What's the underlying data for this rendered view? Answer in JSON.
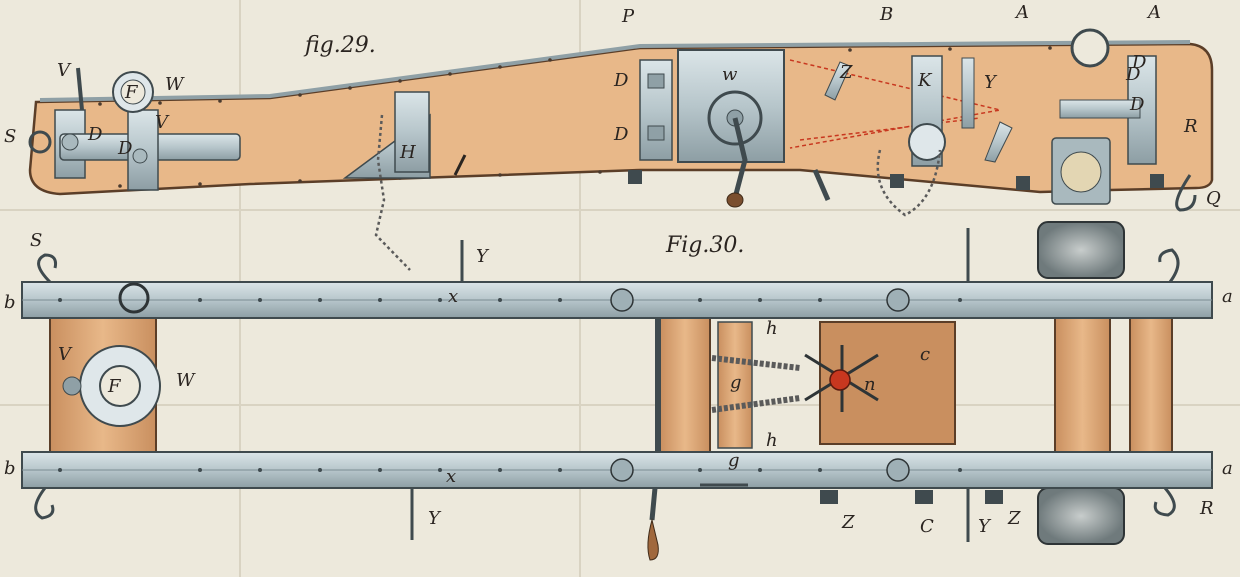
{
  "figures": {
    "fig29": {
      "caption": "fig.29.",
      "labels": [
        "P",
        "B",
        "A",
        "A",
        "V",
        "F",
        "W",
        "S",
        "D",
        "D",
        "V",
        "D",
        "D",
        "H",
        "w",
        "D",
        "D",
        "Z",
        "K",
        "Y",
        "D",
        "R",
        "Q"
      ]
    },
    "fig30": {
      "caption": "Fig.30.",
      "labels": [
        "S",
        "Y",
        "b",
        "x",
        "a",
        "h",
        "V",
        "F",
        "W",
        "g",
        "n",
        "c",
        "h",
        "b",
        "x",
        "g",
        "a",
        "Y",
        "Z",
        "C",
        "Y",
        "Z",
        "R"
      ]
    }
  },
  "colors": {
    "paper": "#ede9dc",
    "wood": "#e8b889",
    "wood_dark": "#c98f5f",
    "iron": "#c5d3d8",
    "iron_dark": "#8fa0a6",
    "ink": "#2a2420",
    "accent_red": "#c8371f"
  }
}
